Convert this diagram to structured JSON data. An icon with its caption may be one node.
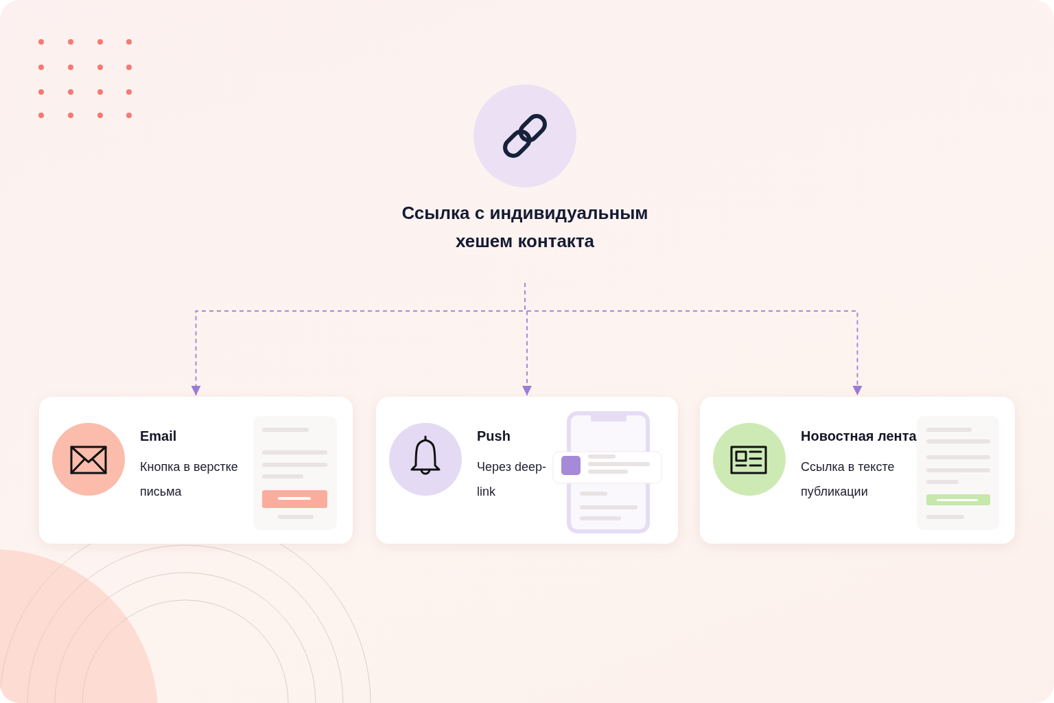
{
  "diagram": {
    "nodes": [
      {
        "text": [
          "Ссылка с индивидуальным хешем контакта"
        ]
      },
      {
        "text": [
          "Email",
          "Кнопка в верстке письма"
        ]
      },
      {
        "text": [
          "Push",
          "Через deep-link"
        ]
      },
      {
        "text": [
          "Новостная лента",
          "Ссылка в тексте публикации"
        ]
      }
    ],
    "edges": [
      {
        "from": 0,
        "to": 1,
        "arrow": "to",
        "style": "dashed"
      },
      {
        "from": 0,
        "to": 2,
        "arrow": "to",
        "style": "dashed"
      },
      {
        "from": 0,
        "to": 3,
        "arrow": "to",
        "style": "dashed"
      }
    ]
  }
}
